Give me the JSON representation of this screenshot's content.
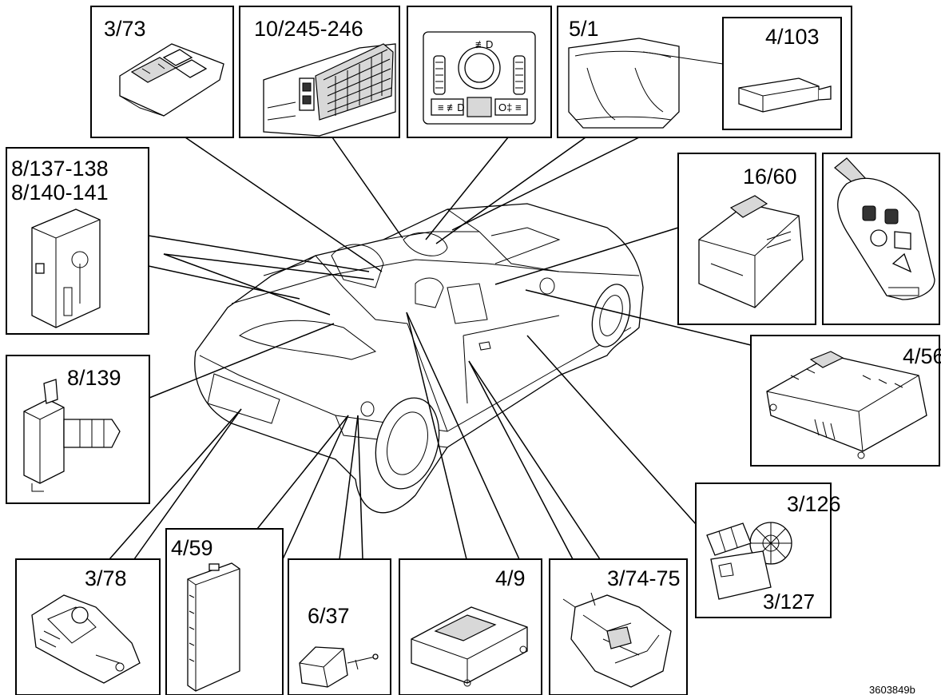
{
  "labels": {
    "window_switch": "3/73",
    "heated_seat": "10/245-246",
    "instrument_cluster": "5/1",
    "cluster_module": "4/103",
    "seat_modules_a": "8/137-138",
    "seat_modules_b": "8/140-141",
    "top_motor": "16/60",
    "fuse_box": "4/56",
    "pump": "8/139",
    "window_motor": "3/126",
    "window_motor_module": "3/127",
    "trunk_lock": "3/78",
    "rear_module": "4/59",
    "fuel_actuator": "6/37",
    "srs_module": "4/9",
    "door_lock": "3/74-75"
  },
  "figure_id": "3603849b"
}
